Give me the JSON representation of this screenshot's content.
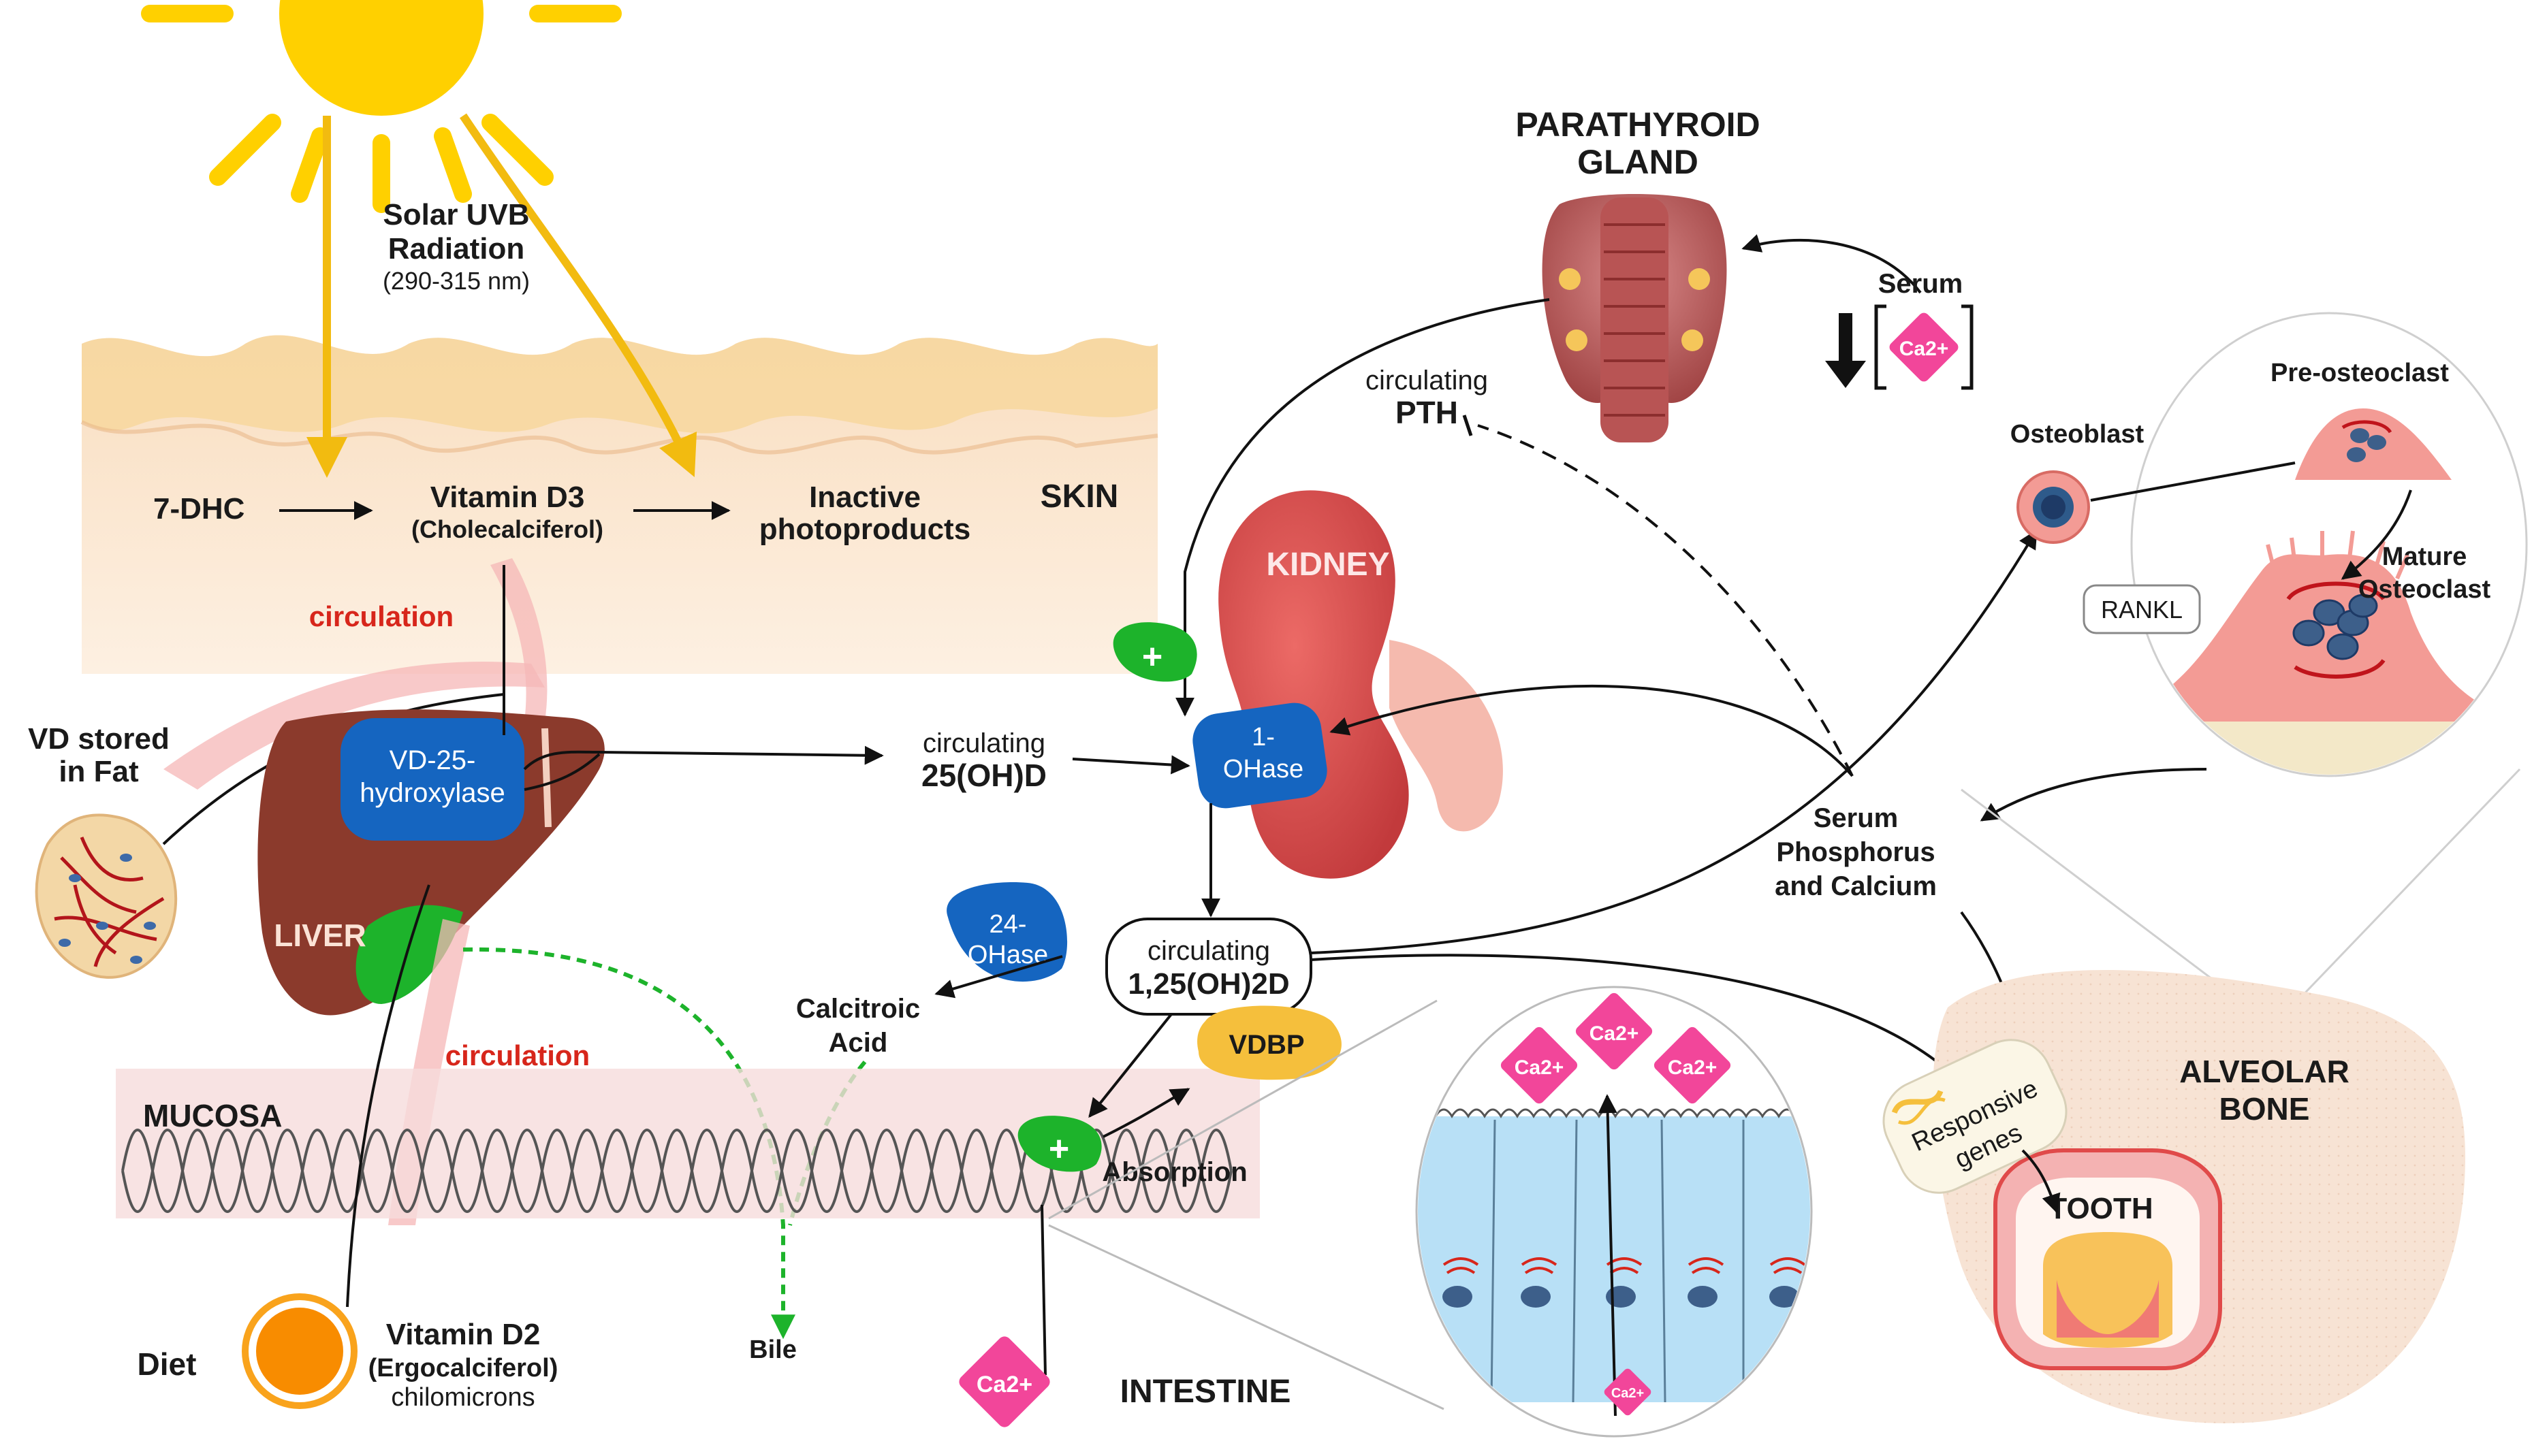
{
  "sun": {
    "title_line1": "Solar UVB",
    "title_line2": "Radiation",
    "wavelength": "(290-315 nm)"
  },
  "skin": {
    "label": "SKIN",
    "dhc": "7-DHC",
    "vitd3_line1": "Vitamin D3",
    "vitd3_line2": "(Cholecalciferol)",
    "inactive_line1": "Inactive",
    "inactive_line2": "photoproducts",
    "circulation": "circulation"
  },
  "fat": {
    "line1": "VD stored",
    "line2": "in Fat"
  },
  "liver": {
    "label": "LIVER",
    "enzyme_line1": "VD-25-",
    "enzyme_line2": "hydroxylase",
    "circulation": "circulation"
  },
  "circulating_25": {
    "line1": "circulating",
    "line2": "25(OH)D"
  },
  "parathyroid": {
    "line1": "PARATHYROID",
    "line2": "GLAND",
    "pth_line1": "circulating",
    "pth_line2": "PTH"
  },
  "serum_low": {
    "label": "Serum",
    "ion": "Ca2+"
  },
  "kidney": {
    "label": "KIDNEY",
    "enzyme_line1": "1-",
    "enzyme_line2": "OHase",
    "plus": "+"
  },
  "circulating_125": {
    "line1": "circulating",
    "line2": "1,25(OH)2D",
    "enzyme24_line1": "24-",
    "enzyme24_line2": "OHase"
  },
  "calcitroic": {
    "line1": "Calcitroic",
    "line2": "Acid"
  },
  "vdbp": "VDBP",
  "serum_pc": {
    "line1": "Serum",
    "line2": "Phosphorus",
    "line3": "and Calcium"
  },
  "bone": {
    "osteoblast": "Osteoblast",
    "preosteoclast": "Pre-osteoclast",
    "mature_line1": "Mature",
    "mature_line2": "Osteoclast",
    "rankl": "RANKL",
    "alveolar_line1": "ALVEOLAR",
    "alveolar_line2": "BONE"
  },
  "tooth": "TOOTH",
  "genes": {
    "line1": "Responsive",
    "line2": "genes"
  },
  "mucosa": {
    "label": "MUCOSA",
    "absorption": "Absorption",
    "plus": "+",
    "bile": "Bile"
  },
  "intestine": {
    "label": "INTESTINE",
    "ion": "Ca2+"
  },
  "enterocyte": {
    "ion": "Ca2+"
  },
  "diet": {
    "label": "Diet",
    "vitd2_line1": "Vitamin D2",
    "vitd2_line2": "(Ergocalciferol)",
    "vitd2_line3": "chilomicrons"
  },
  "colors": {
    "enzyme_blue": "#1565c0",
    "plus_green": "#1db32b",
    "circulation_red": "#d7261b",
    "calcium_pink": "#f2469a",
    "sun_yellow": "#ffd000",
    "liver_brown": "#8b3a2c",
    "kidney_red": "#d94848",
    "vdbp_yellow": "#f5bf3c"
  }
}
